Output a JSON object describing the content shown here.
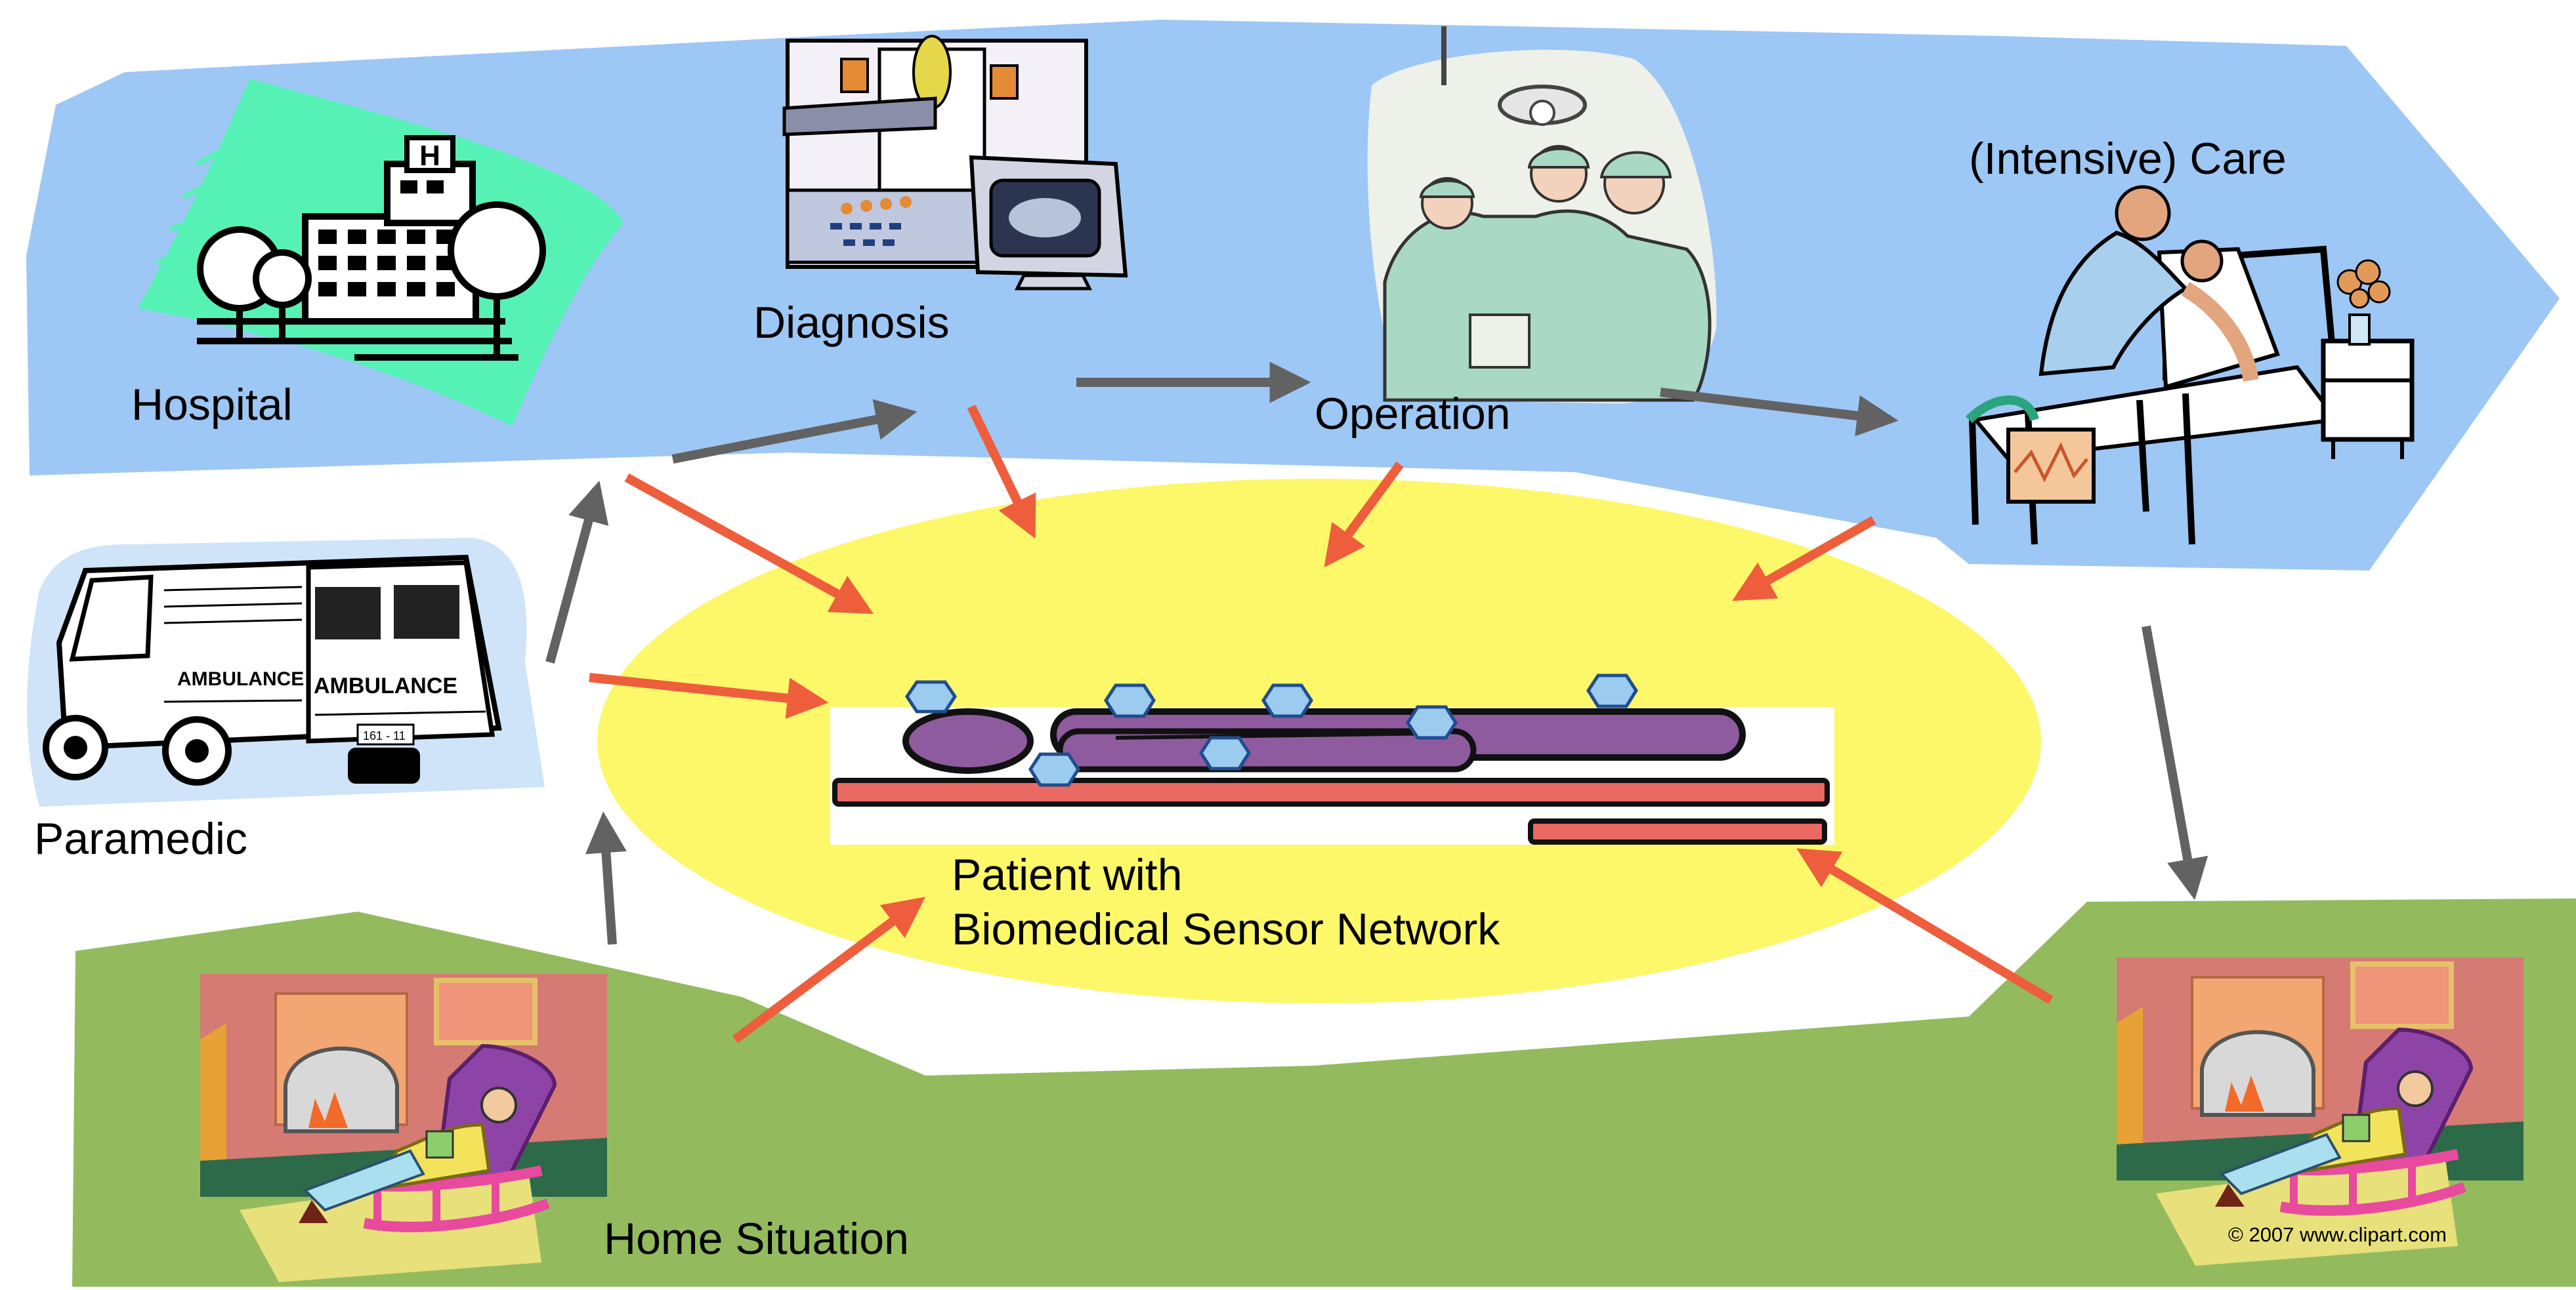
{
  "labels": {
    "hospital": "Hospital",
    "diagnosis": "Diagnosis",
    "operation": "Operation",
    "intensive_care": "(Intensive) Care",
    "paramedic": "Paramedic",
    "patient_line1": "Patient with",
    "patient_line2": "Biomedical Sensor Network",
    "home_situation": "Home Situation",
    "copyright": "© 2007 www.clipart.com",
    "ambulance_side": "AMBULANCE",
    "ambulance_rear": "AMBULANCE",
    "ambulance_plate": "161 - 11"
  },
  "colors": {
    "hospital_zone": "#9dc7f5",
    "home_zone": "#93bb5e",
    "patient_zone": "#fcf86a",
    "flow_arrow": "#626262",
    "sensor_arrow": "#ee5e3c",
    "patient_body": "#8e5c9e",
    "sensor_node": "#9ccbf0",
    "bed": "#e96a62"
  },
  "icons": {
    "hospital": "hospital-building-icon",
    "diagnosis": "ct-scanner-icon",
    "operation": "surgeons-icon",
    "care": "hospital-bed-icon",
    "paramedic": "ambulance-icon",
    "home": "reading-armchair-icon"
  }
}
